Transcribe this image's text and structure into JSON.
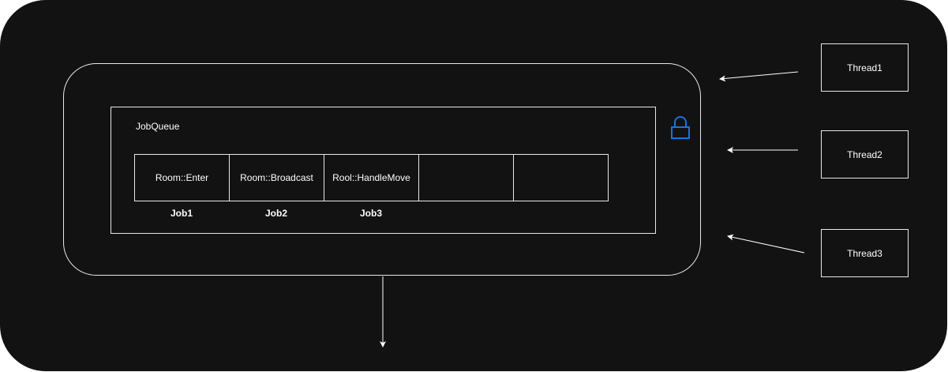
{
  "queue": {
    "title": "JobQueue",
    "slots": [
      "Room::Enter",
      "Room::Broadcast",
      "Rool::HandleMove",
      "",
      ""
    ],
    "job_labels": [
      "Job1",
      "Job2",
      "Job3"
    ]
  },
  "threads": [
    "Thread1",
    "Thread2",
    "Thread3"
  ],
  "colors": {
    "background": "#121212",
    "stroke": "#e8e8e8",
    "text": "#ffffff",
    "lock": "#1a73d9"
  },
  "icons": {
    "lock": "lock-icon"
  }
}
